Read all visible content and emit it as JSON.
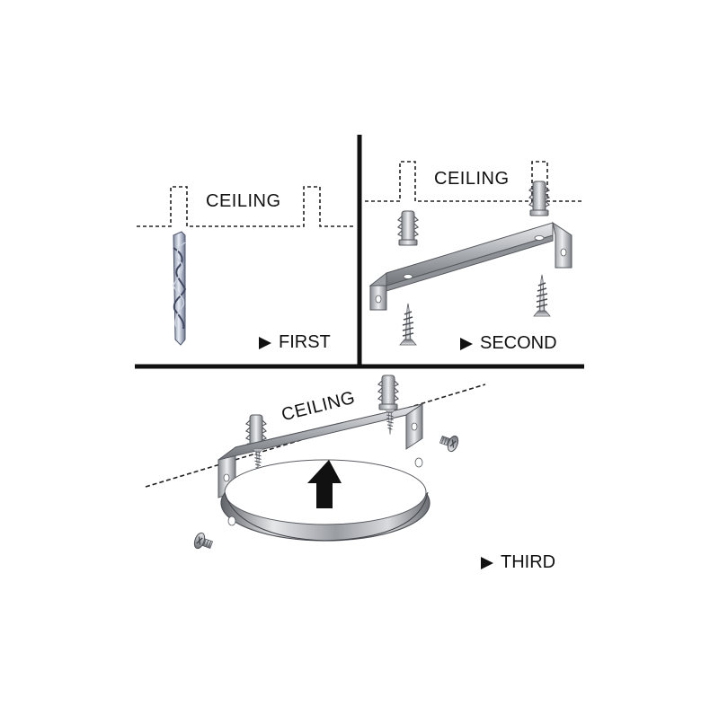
{
  "panels": {
    "first": {
      "ceiling_label": "CEILING",
      "step_label": "FIRST"
    },
    "second": {
      "ceiling_label": "CEILING",
      "step_label": "SECOND"
    },
    "third": {
      "ceiling_label": "CEILING",
      "step_label": "THIRD"
    }
  },
  "colors": {
    "ink": "#111111",
    "metal": "#b9bcc0",
    "metal_dark": "#6d7075"
  },
  "icons": [
    "drill-bit-icon",
    "wall-plug-icon",
    "screw-icon",
    "bracket-icon",
    "clamp-ring-icon",
    "bolt-icon",
    "up-arrow-icon",
    "play-triangle-icon"
  ]
}
